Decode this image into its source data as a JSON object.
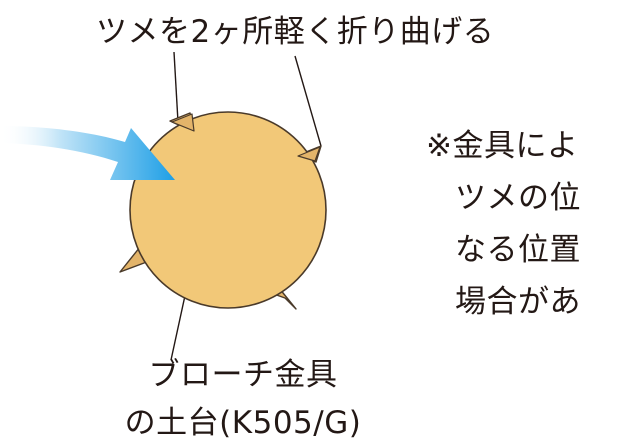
{
  "callout_top": "ツメを2ヶ所軽く折り曲げる",
  "note_lines": [
    "※金具によ",
    "ツメの位",
    "なる位置",
    "場合があ"
  ],
  "base_label_lines": [
    "ブローチ金具",
    "の土台(K505/G)"
  ],
  "colors": {
    "disc_fill": "#F2C878",
    "disc_stroke": "#4A3A2A",
    "prong_fill": "#E3B46A",
    "arrow_start": "#FFFFFF",
    "arrow_end": "#1E9FE6",
    "text": "#231815"
  }
}
